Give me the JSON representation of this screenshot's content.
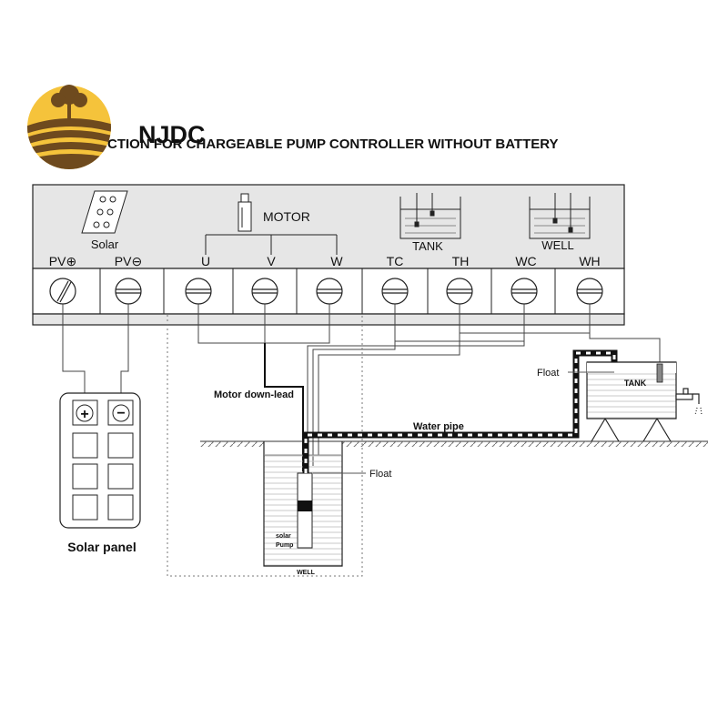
{
  "brand": {
    "name": "NJDC",
    "logo_colors": {
      "sun": "#f5c33b",
      "earth": "#6e4a1e"
    }
  },
  "title": "CTION FOR CHARGEABLE PUMP CONTROLLER WITHOUT BATTERY",
  "controller": {
    "solar_label": "Solar",
    "motor_label": "MOTOR",
    "tank_label": "TANK",
    "well_label": "WELL",
    "terminals": [
      "PV⊕",
      "PV⊖",
      "U",
      "V",
      "W",
      "TC",
      "TH",
      "WC",
      "WH"
    ],
    "panel_color": "#e6e6e6"
  },
  "solar_panel": {
    "label": "Solar panel",
    "plus": "+",
    "minus": "−"
  },
  "field": {
    "motor_down_lead": "Motor down-lead",
    "water_pipe": "Water pipe",
    "float_tank": "Float",
    "float_well": "Float",
    "tank_label": "TANK",
    "pump_label_line1": "solar",
    "pump_label_line2": "Pump",
    "well_label": "WELL"
  }
}
